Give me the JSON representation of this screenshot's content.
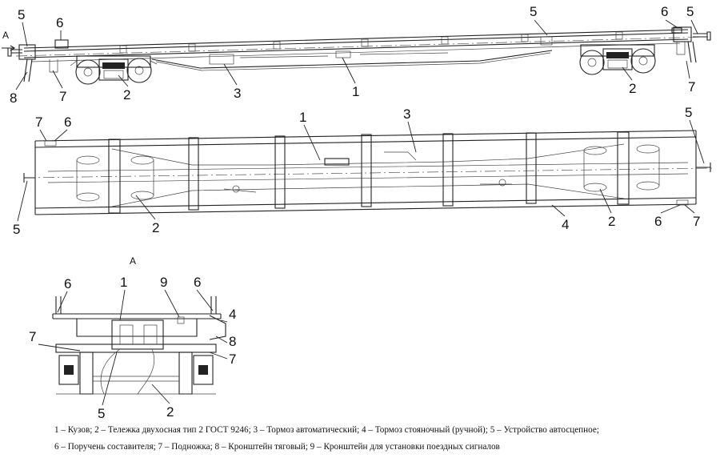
{
  "view_labels": {
    "side_arrow": "A",
    "section": "A"
  },
  "callouts": {
    "side": [
      "5",
      "6",
      "5",
      "6",
      "5",
      "8",
      "7",
      "2",
      "3",
      "1",
      "2",
      "7"
    ],
    "plan": [
      "7",
      "6",
      "1",
      "3",
      "5",
      "5",
      "2",
      "4",
      "2",
      "6",
      "7"
    ],
    "section": [
      "6",
      "1",
      "9",
      "6",
      "4",
      "7",
      "8",
      "7",
      "5",
      "2"
    ]
  },
  "legend": {
    "line1": "1 – Кузов; 2 – Тележка двухосная тип 2 ГОСТ 9246; 3 – Тормоз автоматический; 4 – Тормоз стояночный (ручной); 5 – Устройство автосцепное;",
    "line2": "6 – Поручень составителя; 7 – Подножка; 8 – Кронштейн тяговый; 9 – Кронштейн для установки поездных сигналов"
  }
}
